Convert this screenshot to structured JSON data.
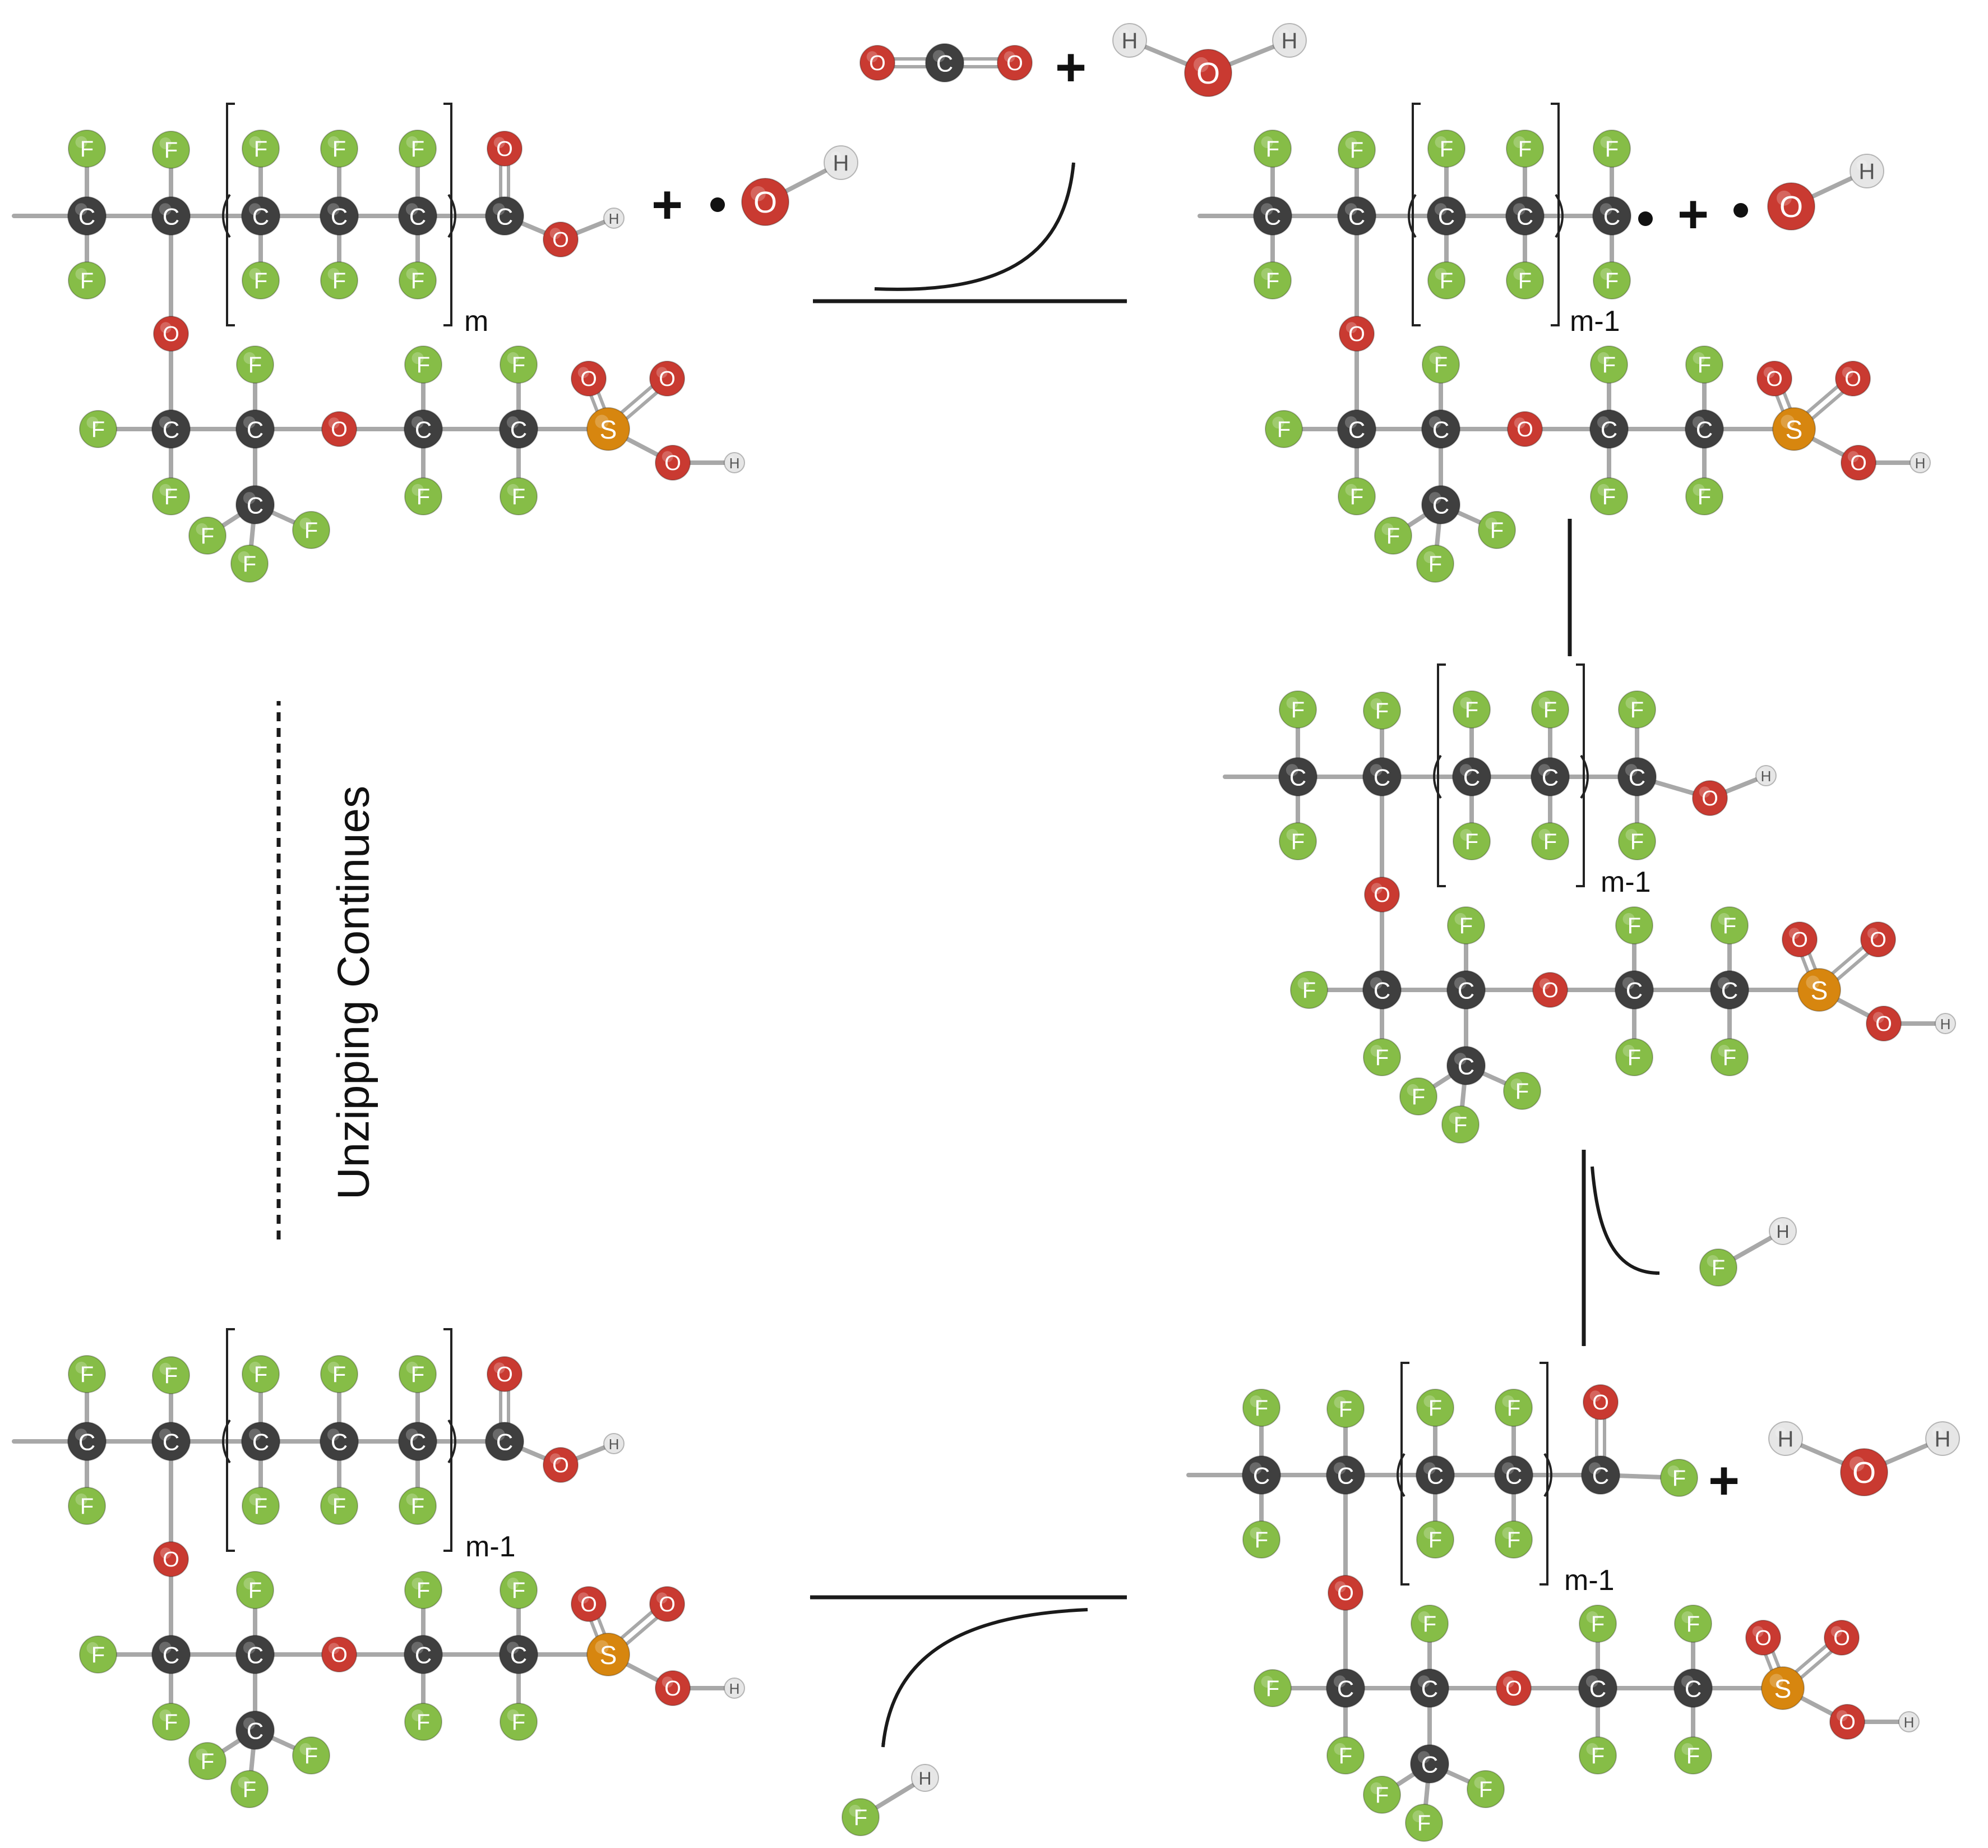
{
  "colors": {
    "carbon": "#3f3f3f",
    "fluorine": "#86bd47",
    "oxygen": "#c93a31",
    "sulfur": "#d7860f",
    "hydrogen": "#e6e6e6",
    "bond": "#a8a8a8",
    "arrow": "#1a1a1a"
  },
  "atom_symbols": {
    "carbon": "C",
    "fluorine": "F",
    "oxygen": "O",
    "sulfur": "S",
    "hydrogen": "H"
  },
  "subscripts": {
    "m": "m",
    "m_minus_1": "m-1"
  },
  "plus_sign": "+",
  "side_label": "Unzipping Continues",
  "species": [
    {
      "id": "start-polymer-carboxylic-acid",
      "end_group": "COOH",
      "repeat_count": "m"
    },
    {
      "id": "hydroxyl-radical-reactant",
      "formula": "•OH"
    },
    {
      "id": "carbon-dioxide-product",
      "formula": "CO2"
    },
    {
      "id": "water-product-step1",
      "formula": "H2O"
    },
    {
      "id": "perfluoroalkyl-radical",
      "end_group": "CF2•",
      "repeat_count": "m-1"
    },
    {
      "id": "hydroxyl-radical-step2",
      "formula": "•OH"
    },
    {
      "id": "perfluoro-alcohol",
      "end_group": "CF2OH",
      "repeat_count": "m-1"
    },
    {
      "id": "hf-product-step3",
      "formula": "HF"
    },
    {
      "id": "acyl-fluoride",
      "end_group": "COF",
      "repeat_count": "m-1"
    },
    {
      "id": "water-reactant-step4",
      "formula": "H2O"
    },
    {
      "id": "hf-product-step4",
      "formula": "HF"
    },
    {
      "id": "end-polymer-carboxylic-acid",
      "end_group": "COOH",
      "repeat_count": "m-1"
    }
  ]
}
